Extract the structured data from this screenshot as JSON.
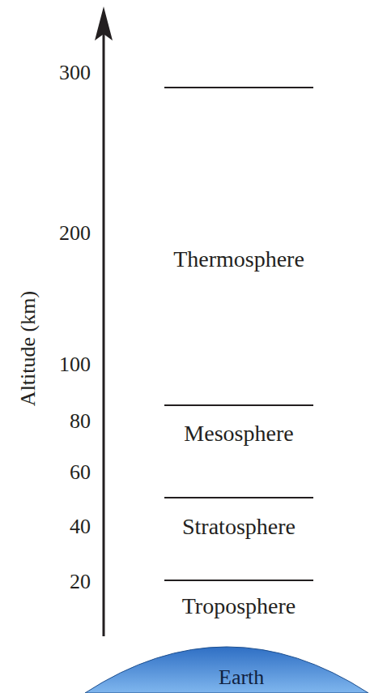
{
  "diagram": {
    "nodes": [
      {
        "text": [
          "Earth"
        ]
      }
    ],
    "labels": [
      "300",
      "200",
      "Thermosphere",
      "Altitude (km)",
      "100",
      "80",
      "Mesosphere",
      "60",
      "40",
      "Stratosphere",
      "20",
      "Troposphere"
    ]
  }
}
